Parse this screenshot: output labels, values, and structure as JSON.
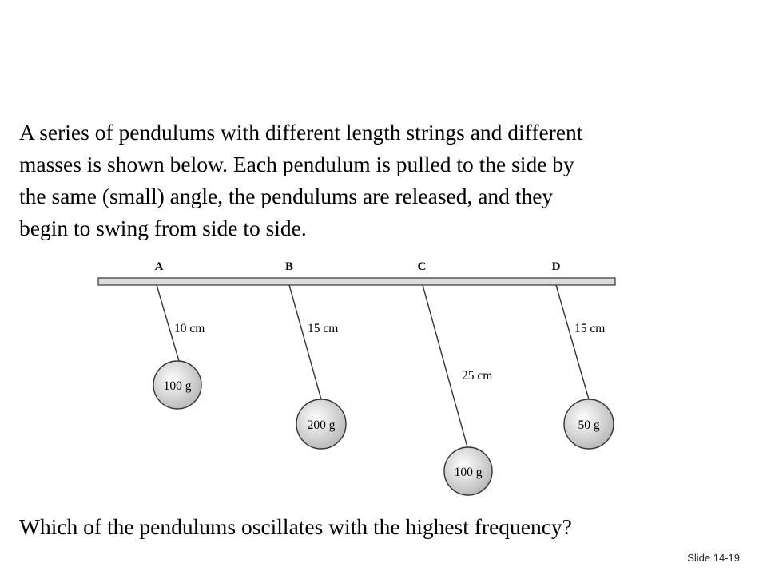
{
  "intro": {
    "lines": [
      "A series of pendulums with different length strings and different",
      "masses is shown below. Each pendulum is pulled to the side by",
      "the same (small) angle, the pendulums are released, and they",
      "begin to swing from side to side."
    ]
  },
  "diagram": {
    "colors": {
      "bar_fill": "#dcdcdc",
      "stroke": "#333333",
      "bob_highlight": "#ffffff",
      "bob_shadow": "#b8b8b8"
    },
    "pendulums": [
      {
        "label": "A",
        "length_label": "10 cm",
        "mass_label": "100 g"
      },
      {
        "label": "B",
        "length_label": "15 cm",
        "mass_label": "200 g"
      },
      {
        "label": "C",
        "length_label": "25 cm",
        "mass_label": "100 g"
      },
      {
        "label": "D",
        "length_label": "15 cm",
        "mass_label": "50 g"
      }
    ]
  },
  "question": "Which of the pendulums oscillates with the highest frequency?",
  "footer": {
    "slide_number": "Slide 14-19"
  }
}
